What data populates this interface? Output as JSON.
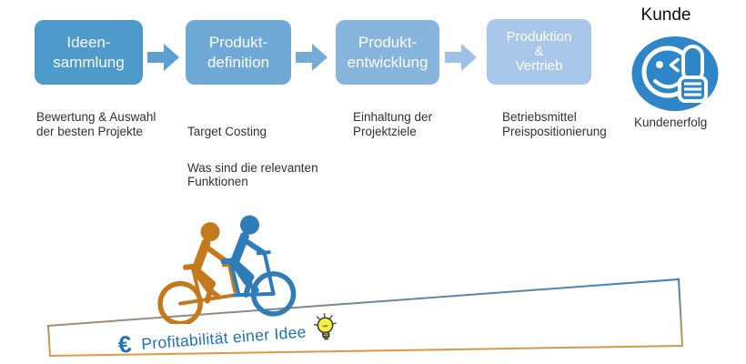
{
  "process": {
    "stages": [
      {
        "label": "Ideen-\nsammlung",
        "color": "#4E9ACA",
        "descriptions": [
          "Bewertung & Auswahl\nder besten Projekte"
        ]
      },
      {
        "label": "Produkt-\ndefinition",
        "color": "#6FA9D5",
        "descriptions": [
          "Target Costing",
          "Was sind die relevanten\nFunktionen"
        ]
      },
      {
        "label": "Produkt-\nentwicklung",
        "color": "#87B5DE",
        "descriptions": [
          "Einhaltung der\nProjektziele"
        ]
      },
      {
        "label": "Produktion\n&\nVertrieb",
        "color": "#A9C7E8",
        "descriptions": [
          "Betriebsmittel\nPreispositionierung"
        ]
      }
    ],
    "arrows": [
      {
        "icon": "block-arrow-right-icon",
        "color": "#5C9FD1"
      },
      {
        "icon": "block-arrow-right-icon",
        "color": "#74ABD7"
      },
      {
        "icon": "block-arrow-right-icon",
        "color": "#9DC2E5"
      }
    ]
  },
  "customer": {
    "title": "Kunde",
    "caption": "Kundenerfolg",
    "icon": "smiley-wink-thumbs-up-icon",
    "color": "#2E86C8"
  },
  "slope": {
    "currency_symbol": "€",
    "label": "Profitabilität einer Idee",
    "icon": "lightbulb-icon",
    "text_color": "#1F72B8",
    "top_edge_color": "#3F7EC0",
    "bottom_edge_color": "#E8993B",
    "bulb_color": "#F7EE4A"
  },
  "tandem": {
    "icon": "tandem-bicycle-icon",
    "rear_rider_color": "#C5791D",
    "front_rider_color": "#2E7CB8"
  }
}
